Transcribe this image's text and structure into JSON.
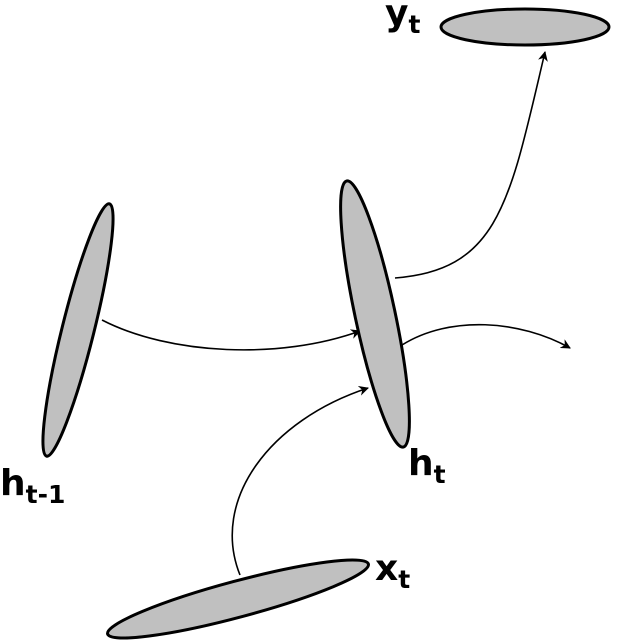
{
  "colors": {
    "node_fill": "#c0c0c0",
    "stroke": "#000000",
    "background": "#ffffff"
  },
  "nodes": [
    {
      "id": "h_prev",
      "label_main": "h",
      "label_sub": "t-1"
    },
    {
      "id": "h_t",
      "label_main": "h",
      "label_sub": "t"
    },
    {
      "id": "x_t",
      "label_main": "x",
      "label_sub": "t"
    },
    {
      "id": "y_t",
      "label_main": "y",
      "label_sub": "t"
    }
  ],
  "edges": [
    {
      "from": "h_prev",
      "to": "h_t"
    },
    {
      "from": "x_t",
      "to": "h_t"
    },
    {
      "from": "h_t",
      "to": "y_t"
    },
    {
      "from": "h_t",
      "to": "next"
    }
  ]
}
